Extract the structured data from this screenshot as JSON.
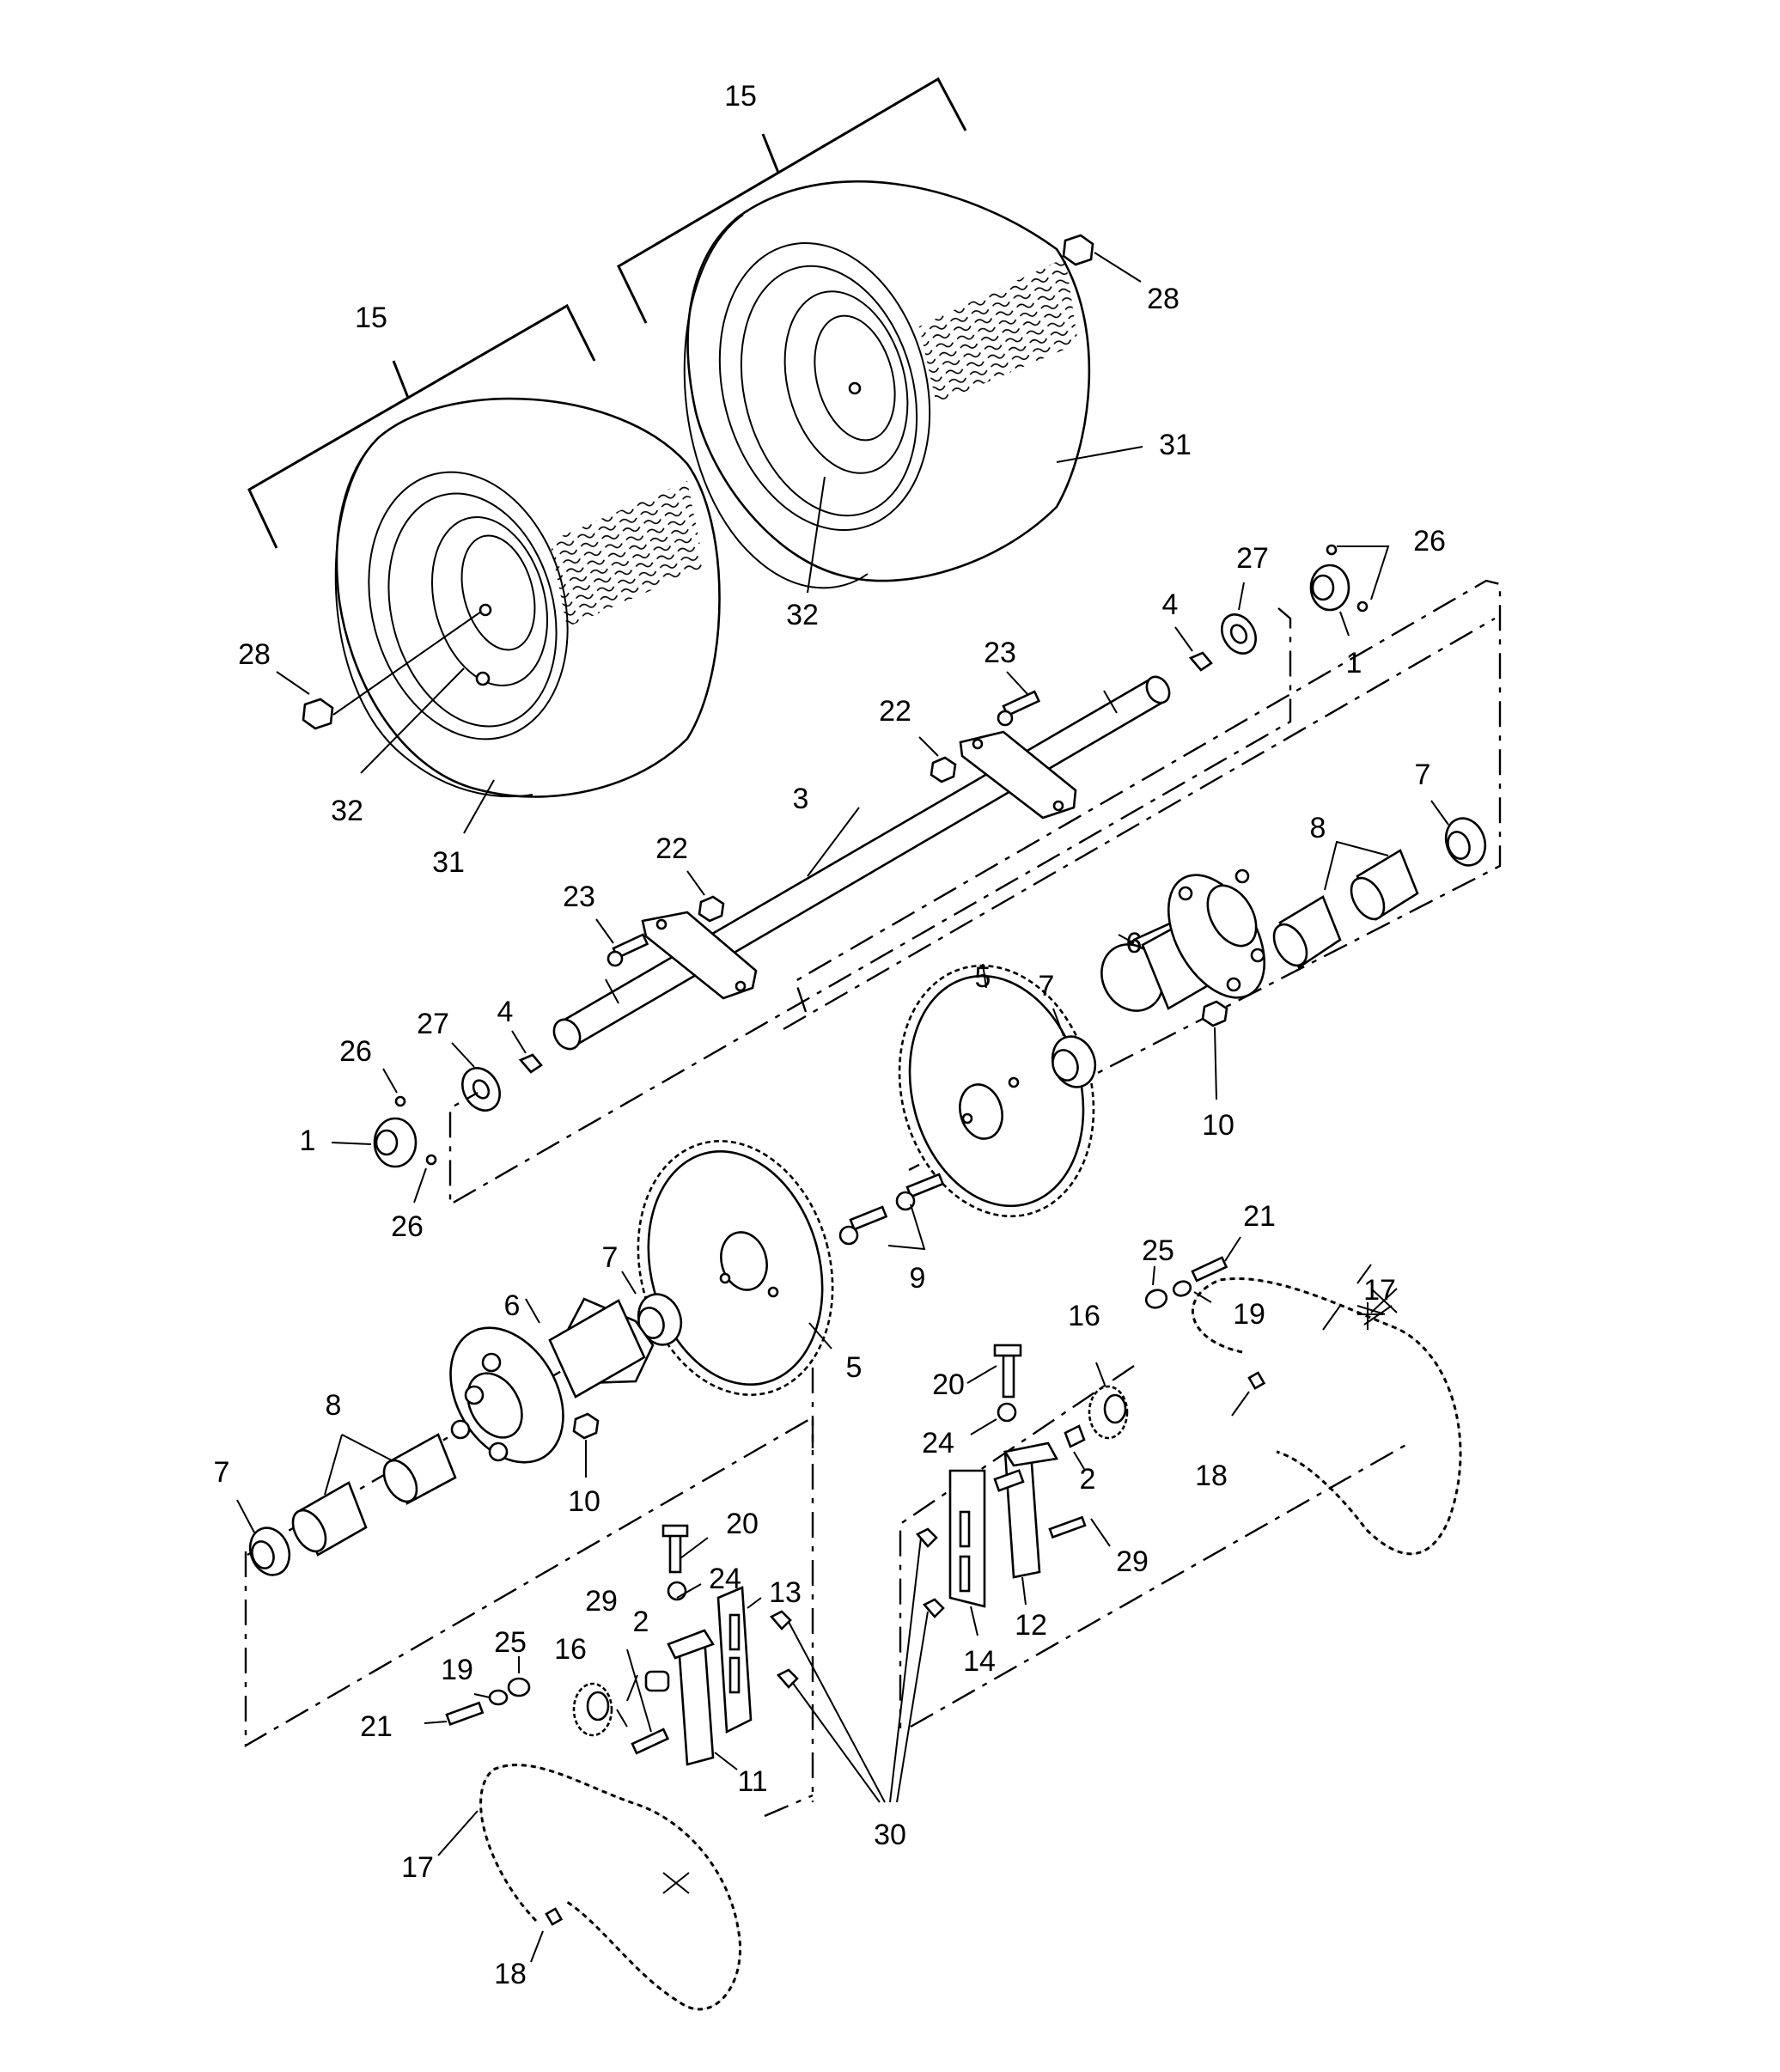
{
  "callouts": {
    "c1_left": "1",
    "c1_right": "1",
    "c2_left": "2",
    "c2_right": "2",
    "c3": "3",
    "c4_left": "4",
    "c4_right": "4",
    "c5_left": "5",
    "c5_right": "5",
    "c6_left": "6",
    "c6_right": "6",
    "c7_a": "7",
    "c7_b": "7",
    "c7_c": "7",
    "c7_d": "7",
    "c8_left": "8",
    "c8_right": "8",
    "c9": "9",
    "c10_left": "10",
    "c10_right": "10",
    "c11": "11",
    "c12": "12",
    "c13": "13",
    "c14": "14",
    "c15_left": "15",
    "c15_right": "15",
    "c16_left": "16",
    "c16_right": "16",
    "c17_left": "17",
    "c17_right": "17",
    "c18_left": "18",
    "c18_right": "18",
    "c19_left": "19",
    "c19_right": "19",
    "c20_left": "20",
    "c20_right": "20",
    "c21_left": "21",
    "c21_right": "21",
    "c22_a": "22",
    "c22_b": "22",
    "c23_a": "23",
    "c23_b": "23",
    "c24_left": "24",
    "c24_right": "24",
    "c25_left": "25",
    "c25_right": "25",
    "c26_a": "26",
    "c26_b": "26",
    "c26_c": "26",
    "c27_left": "27",
    "c27_right": "27",
    "c28_left": "28",
    "c28_right": "28",
    "c29_left": "29",
    "c29_right": "29",
    "c30": "30",
    "c31_left": "31",
    "c31_right": "31",
    "c32_left": "32",
    "c32_right": "32"
  }
}
